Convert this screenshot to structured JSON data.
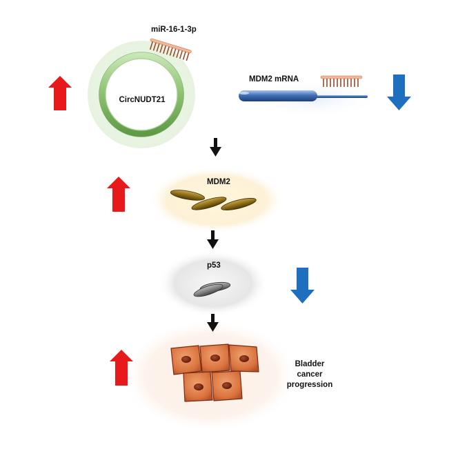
{
  "labels": {
    "mirna": "miR-16-1-3p",
    "circrna": "CircNUDT21",
    "mdm2_mrna": "MDM2 mRNA",
    "mdm2": "MDM2",
    "p53": "p53",
    "outcome_line1": "Bladder",
    "outcome_line2": "cancer",
    "outcome_line3": "progression"
  },
  "indicators": [
    {
      "target": "CircNUDT21",
      "direction": "up",
      "color": "#e8191b"
    },
    {
      "target": "MDM2 mRNA",
      "direction": "down",
      "color": "#1f6fbf"
    },
    {
      "target": "MDM2",
      "direction": "up",
      "color": "#e8191b"
    },
    {
      "target": "p53",
      "direction": "down",
      "color": "#1f6fbf"
    },
    {
      "target": "Bladder cancer progression",
      "direction": "up",
      "color": "#e8191b"
    }
  ],
  "flow_arrow_color": "#111111",
  "colors": {
    "circ_ring": "#9ccf82",
    "mirna_strand": "#c8784e",
    "mdm2_protein": "#8a6a17",
    "p53_protein": "#7d7d7d",
    "cell_fill": "#d9733f",
    "cell_nucleus": "#7a2a12",
    "mrna_body": "#3e6fb6"
  }
}
